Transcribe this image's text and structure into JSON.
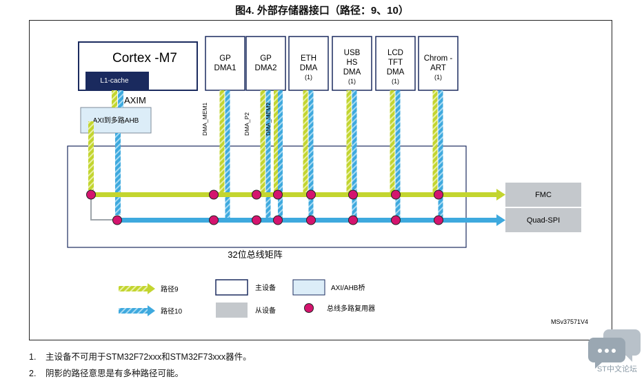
{
  "title": "图4. 外部存储器接口（路径：9、10）",
  "cpu": {
    "name": "Cortex -M7",
    "cache": "L1-cache",
    "port": "AXIM"
  },
  "bridge": "AXI到多路AHB",
  "masters": [
    {
      "lines": [
        "GP",
        "DMA1"
      ],
      "footnote": ""
    },
    {
      "lines": [
        "GP",
        "DMA2"
      ],
      "footnote": ""
    },
    {
      "lines": [
        "ETH",
        "DMA"
      ],
      "footnote": "(1)"
    },
    {
      "lines": [
        "USB",
        "HS",
        "DMA"
      ],
      "footnote": "(1)"
    },
    {
      "lines": [
        "LCD",
        "TFT",
        "DMA"
      ],
      "footnote": "(1)"
    },
    {
      "lines": [
        "Chrom -",
        "ART"
      ],
      "footnote": "(1)"
    }
  ],
  "port_labels": [
    "DMA_MEM1",
    "DMA_P2",
    "DMA_MEM2"
  ],
  "matrix_label": "32位总线矩阵",
  "slaves": [
    "FMC",
    "Quad-SPI"
  ],
  "legend": {
    "path9": "路径9",
    "path10": "路径10",
    "master": "主设备",
    "slave": "从设备",
    "bridge": "AXI/AHB桥",
    "mux": "总线多路复用器"
  },
  "figure_id": "MSv37571V4",
  "notes": [
    {
      "num": "1.",
      "text": "主设备不可用于STM32F72xxx和STM32F73xxx器件。"
    },
    {
      "num": "2.",
      "text": "阴影的路径意思是有多种路径可能。"
    }
  ],
  "watermark": "ST中文论坛",
  "colors": {
    "path9": "#c3d52f",
    "path10": "#3ea9de",
    "mux": "#d4146e",
    "cpu_border": "#1a2a5e",
    "cache_fill": "#1a2a5e",
    "master_border": "#1a2a5e",
    "bridge_fill": "#dcedf8",
    "slave_fill": "#c4c8cc",
    "matrix_border": "#1a2a5e"
  }
}
